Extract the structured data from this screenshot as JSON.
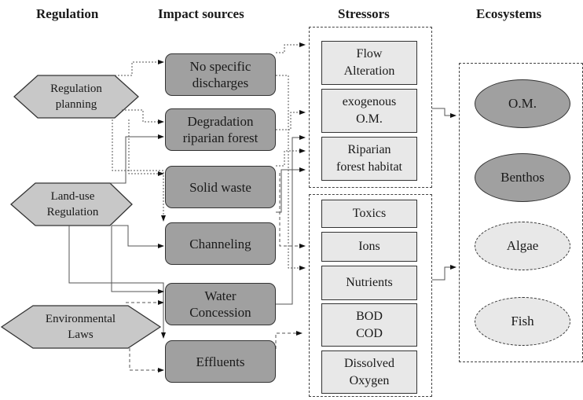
{
  "headings": {
    "regulation": "Regulation",
    "impact_sources": "Impact sources",
    "stressors": "Stressors",
    "ecosystems": "Ecosystems"
  },
  "regulation": [
    {
      "line1": "Regulation",
      "line2": "planning"
    },
    {
      "line1": "Land-use",
      "line2": "Regulation"
    },
    {
      "line1": "Environmental",
      "line2": "Laws"
    }
  ],
  "impact_sources": [
    {
      "line1": "No specific",
      "line2": "discharges"
    },
    {
      "line1": "Degradation",
      "line2": "riparian forest"
    },
    {
      "line1": "Solid waste",
      "line2": ""
    },
    {
      "line1": "Channeling",
      "line2": ""
    },
    {
      "line1": "Water",
      "line2": "Concession"
    },
    {
      "line1": "Effluents",
      "line2": ""
    }
  ],
  "stressors": {
    "group1": [
      {
        "line1": "Flow",
        "line2": "Alteration"
      },
      {
        "line1": "exogenous",
        "line2": "O.M."
      },
      {
        "line1": "Riparian",
        "line2": "forest habitat"
      }
    ],
    "group2": [
      {
        "line1": "Toxics",
        "line2": ""
      },
      {
        "line1": "Ions",
        "line2": ""
      },
      {
        "line1": "Nutrients",
        "line2": ""
      },
      {
        "line1": "BOD",
        "line2": "COD"
      },
      {
        "line1": "Dissolved",
        "line2": "Oxygen"
      }
    ]
  },
  "ecosystems": [
    {
      "label": "O.M.",
      "style": "solid"
    },
    {
      "label": "Benthos",
      "style": "solid"
    },
    {
      "label": "Algae",
      "style": "dashed"
    },
    {
      "label": "Fish",
      "style": "dashed"
    }
  ],
  "colors": {
    "impact_fill": "#a0a0a0",
    "stressor_fill": "#e8e8e8",
    "hexagon_fill": "#c8c8c8",
    "stroke": "#333333"
  }
}
